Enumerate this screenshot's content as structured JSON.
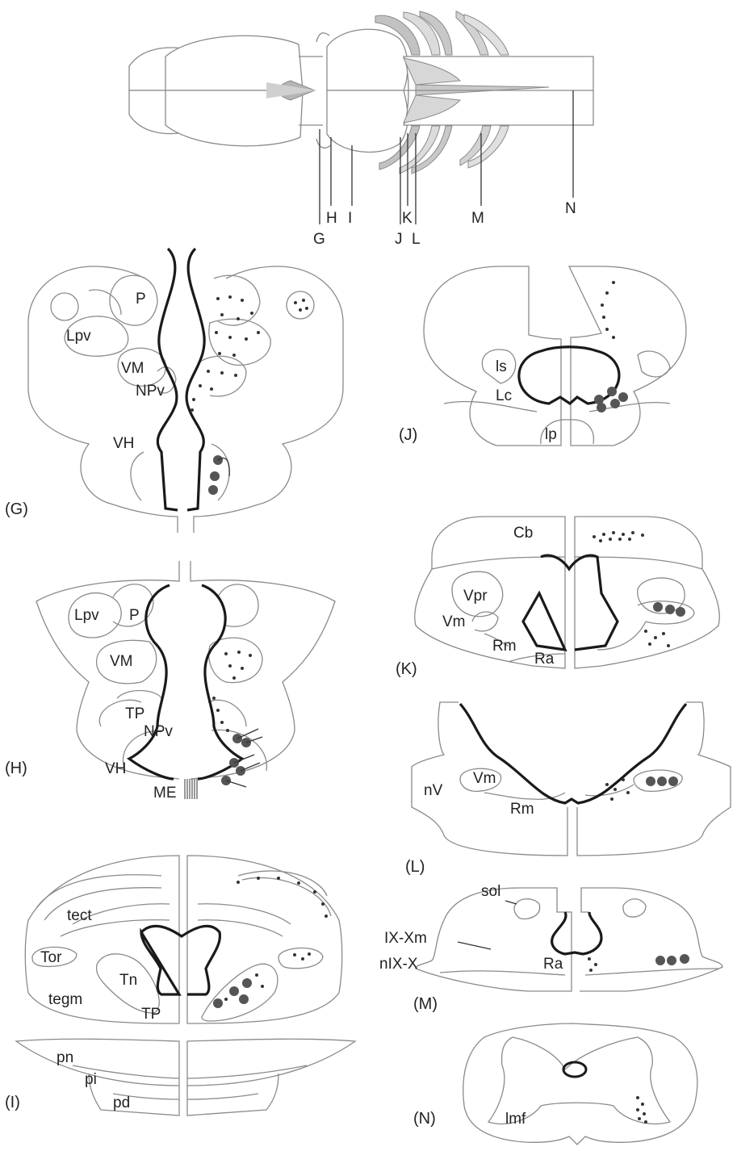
{
  "brain_levels": [
    "G",
    "H",
    "I",
    "J",
    "K",
    "L",
    "M",
    "N"
  ],
  "panels": {
    "G": {
      "tag": "(G)",
      "labels": [
        "P",
        "Lpv",
        "VM",
        "NPv",
        "VH"
      ]
    },
    "H": {
      "tag": "(H)",
      "labels": [
        "Lpv",
        "P",
        "VM",
        "TP",
        "NPv",
        "VH",
        "ME"
      ]
    },
    "I": {
      "tag": "(I)",
      "labels": [
        "tect",
        "Tor",
        "Tn",
        "tegm",
        "TP",
        "pn",
        "pi",
        "pd"
      ]
    },
    "J": {
      "tag": "(J)",
      "labels": [
        "ls",
        "Lc",
        "lp"
      ]
    },
    "K": {
      "tag": "(K)",
      "labels": [
        "Cb",
        "Vpr",
        "Vm",
        "Rm",
        "Ra"
      ]
    },
    "L": {
      "tag": "(L)",
      "labels": [
        "nV",
        "Vm",
        "Rm"
      ]
    },
    "M": {
      "tag": "(M)",
      "labels": [
        "sol",
        "IX-Xm",
        "nIX-X",
        "Ra"
      ]
    },
    "N": {
      "tag": "(N)",
      "labels": [
        "lmf"
      ]
    }
  },
  "colors": {
    "outline": "#8a8a8a",
    "ventricle": "#1a1a1a",
    "cells": "#333333",
    "nerve_shade": "#b5b5b5"
  }
}
